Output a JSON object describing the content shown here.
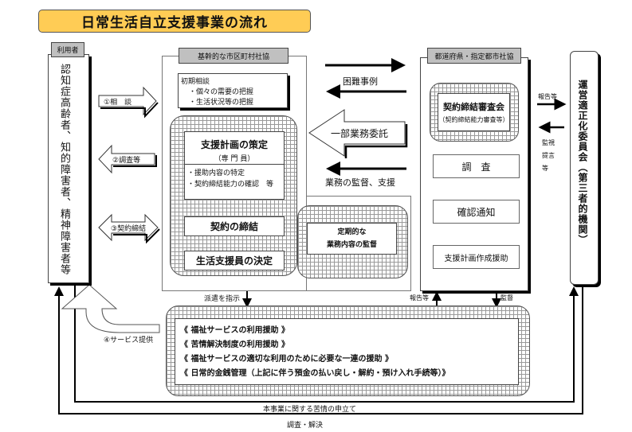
{
  "title": "日常生活自立支援事業の流れ",
  "colors": {
    "title_bg": "#FFCC55",
    "tab_bg": "#C0C0C0",
    "line": "#000000"
  },
  "user": {
    "tab": "利用者",
    "text": "認知症高齢者、知的障害者、精神障害者等"
  },
  "user_arrows": {
    "consult": "①相　談",
    "survey": "②調査等",
    "contract": "③契約締結",
    "service": "④サービス提供"
  },
  "municipal": {
    "tab": "基幹的な市区町村社協",
    "initial": {
      "title": "初期相談",
      "items": [
        "・個々の需要の把握",
        "・生活状況等の把握"
      ]
    },
    "plan": {
      "title": "支援計画の策定",
      "sub": "（専 門 員）",
      "items": [
        "・援助内容の特定",
        "・契約締結能力の確認　等"
      ]
    },
    "contract": "契約の締結",
    "staff": "生活支援員の決定"
  },
  "middle": {
    "difficult_cases": "困難事例",
    "partial_consign": "一部業務委託",
    "supervision_support": "業務の監督、支援"
  },
  "supervision": {
    "line1": "定期的な",
    "line2": "業務内容の監督"
  },
  "prefecture": {
    "tab": "都道府県・指定都市社協",
    "review": {
      "title": "契約締結審査会",
      "sub": "（契約締結能力審査等）"
    },
    "survey": "調　査",
    "notice": "確認通知",
    "plan_help": "支援計画作成援助"
  },
  "committee": {
    "text": "運営適正化委員会（第三者的機関）",
    "report": "報告等",
    "monitor": [
      "監視",
      "提言",
      "等"
    ]
  },
  "services": {
    "dispatch": "派遣を指示",
    "report": "報告等",
    "supervise": "監督",
    "items": [
      "《 福祉サービスの利用援助 》",
      "《 苦情解決制度の利用援助 》",
      "《 福祉サービスの適切な利用のために必要な一連の援助 》",
      "《 日常的金銭管理（上記に伴う預金の払い戻し・解約・預け入れ手続等）》"
    ]
  },
  "bottom": {
    "complaint": "本事業に関する苦情の申立て",
    "resolve": "調査・解決"
  }
}
